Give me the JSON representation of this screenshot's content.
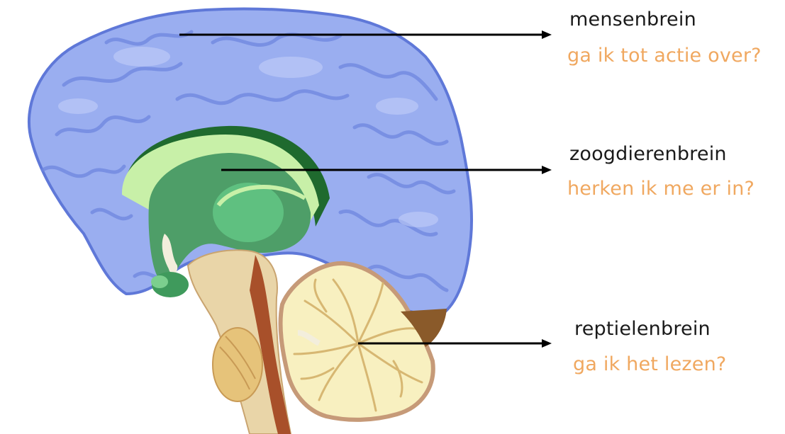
{
  "colors": {
    "cortex": "#9aaef0",
    "cortex_edge": "#5f78d8",
    "limbic": "#3f9a5c",
    "limbic_light": "#c8f0a8",
    "brainstem": "#e9d5a8",
    "brainstem_dark": "#a8502a",
    "cerebellum": "#f8f0c0",
    "question": "#f0a860",
    "arrow": "#000000"
  },
  "labels": [
    {
      "id": "human",
      "name": "mensenbrein",
      "question": "ga ik tot actie over?"
    },
    {
      "id": "mammal",
      "name": "zoogdierenbrein",
      "question": "herken ik me er in?"
    },
    {
      "id": "reptile",
      "name": "reptielenbrein",
      "question": "ga ik het lezen?"
    }
  ]
}
